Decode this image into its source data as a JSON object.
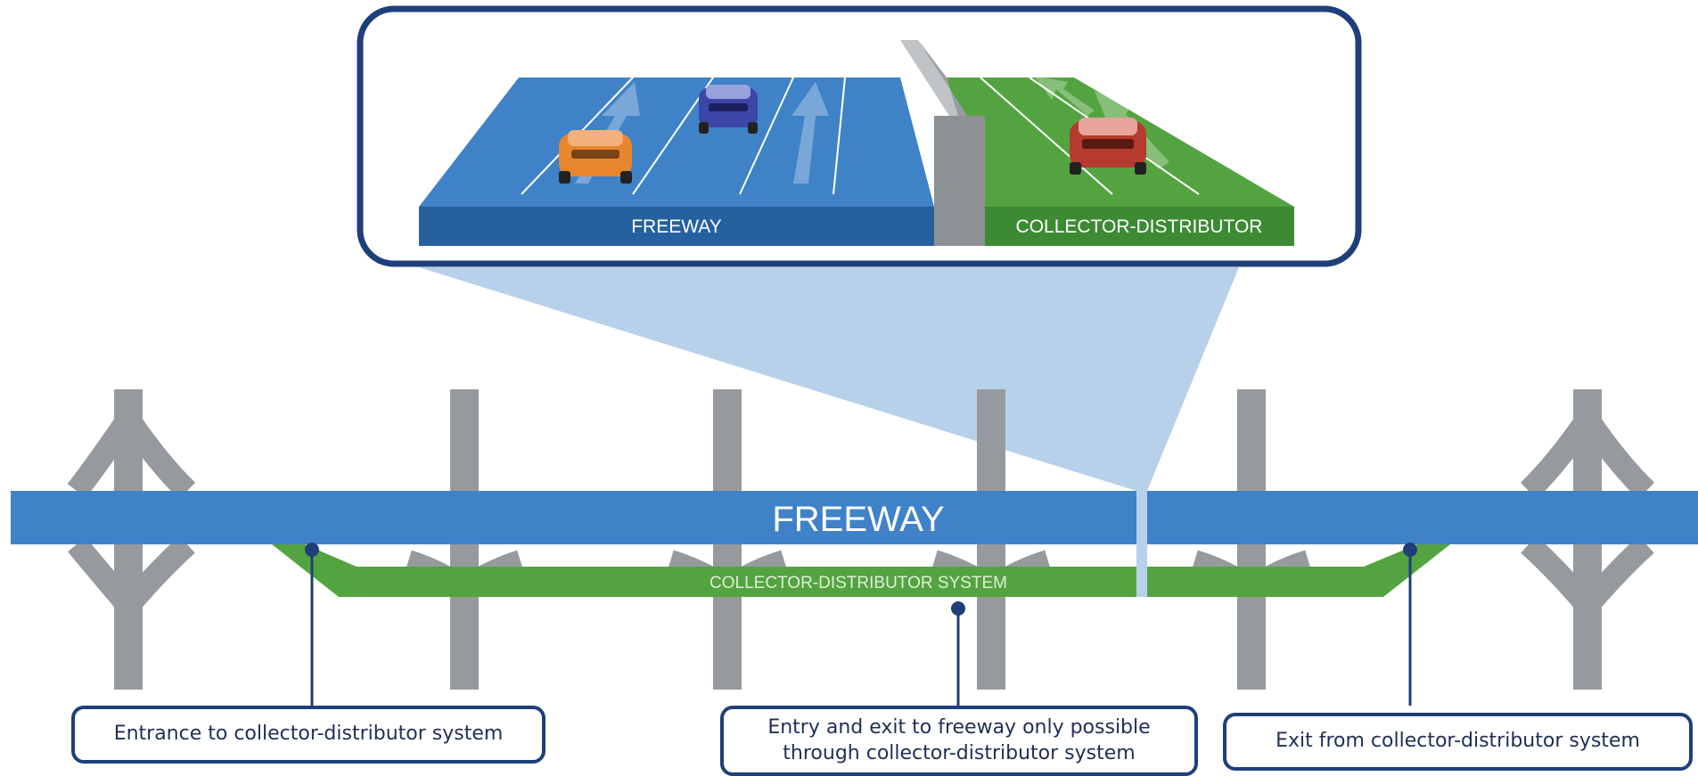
{
  "inset": {
    "freeway_label": "FREEWAY",
    "cd_label": "COLLECTOR-DISTRIBUTOR"
  },
  "main": {
    "freeway_label": "FREEWAY",
    "cd_label": "COLLECTOR-DISTRIBUTOR SYSTEM"
  },
  "callouts": {
    "entrance": "Entrance to collector-distributor system",
    "middle_line1": "Entry and exit to freeway only possible",
    "middle_line2": "through collector-distributor system",
    "exit": "Exit from collector-distributor system"
  },
  "colors": {
    "freeway": "#3f82c8",
    "freeway_dark": "#25609f",
    "cd": "#53a440",
    "cd_dark": "#3d8a35",
    "pillar": "#969a9e",
    "border": "#1f3f7a",
    "zoom_cone": "#b8d1ea"
  }
}
